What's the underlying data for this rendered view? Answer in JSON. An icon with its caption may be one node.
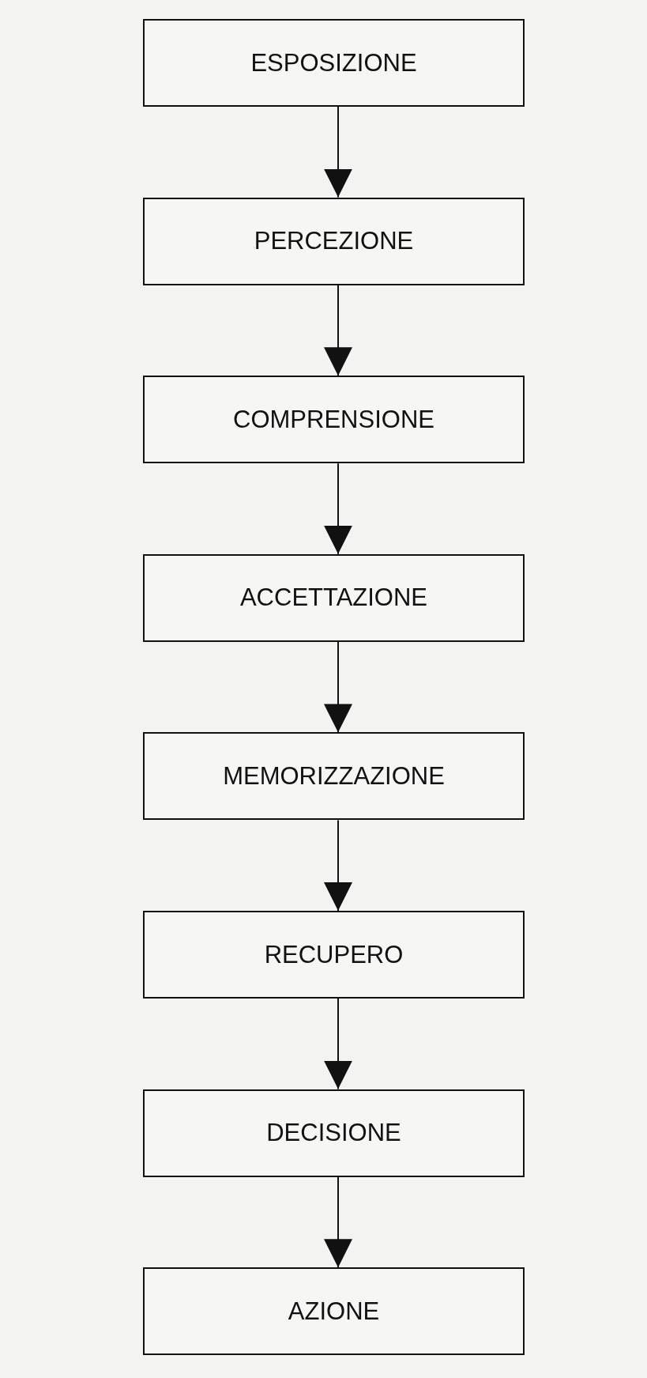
{
  "diagram": {
    "nodes": [
      {
        "text": [
          "ESPOSIZIONE"
        ]
      },
      {
        "text": [
          "PERCEZIONE"
        ]
      },
      {
        "text": [
          "COMPRENSIONE"
        ]
      },
      {
        "text": [
          "ACCETTAZIONE"
        ]
      },
      {
        "text": [
          "MEMORIZZAZIONE"
        ]
      },
      {
        "text": [
          "RECUPERO"
        ]
      },
      {
        "text": [
          "DECISIONE"
        ]
      },
      {
        "text": [
          "AZIONE"
        ]
      }
    ],
    "edges": [
      {
        "from": 0,
        "to": 1,
        "arrow": "to"
      },
      {
        "from": 1,
        "to": 2,
        "arrow": "to"
      },
      {
        "from": 2,
        "to": 3,
        "arrow": "to"
      },
      {
        "from": 3,
        "to": 4,
        "arrow": "to"
      },
      {
        "from": 4,
        "to": 5,
        "arrow": "to"
      },
      {
        "from": 5,
        "to": 6,
        "arrow": "to"
      },
      {
        "from": 6,
        "to": 7,
        "arrow": "to"
      }
    ]
  }
}
